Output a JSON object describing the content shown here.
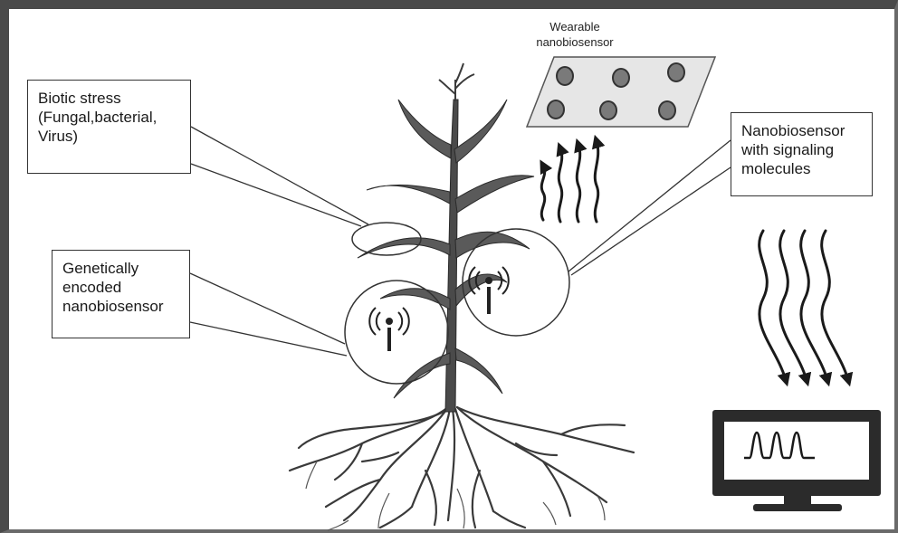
{
  "diagram": {
    "labels": {
      "biotic_stress": [
        "Biotic stress",
        "(Fungal,bacterial,",
        "Virus)"
      ],
      "genetically_encoded": [
        "Genetically",
        "encoded",
        "nanobiosensor"
      ],
      "nanobiosensor_signaling": [
        "Nanobiosensor",
        "with signaling",
        "molecules"
      ],
      "wearable": [
        "Wearable",
        "nanobiosensor"
      ]
    },
    "colors": {
      "line": "#333333",
      "plant": "#4a4a4a",
      "sensor_pad": "#e6e6e6",
      "dot_fill": "#7a7a7a",
      "monitor_body": "#2b2b2b"
    },
    "icons": [
      "wireless-signal-icon",
      "wearable-sensor-dot-icon",
      "monitor-icon",
      "wavy-arrow-icon"
    ]
  }
}
